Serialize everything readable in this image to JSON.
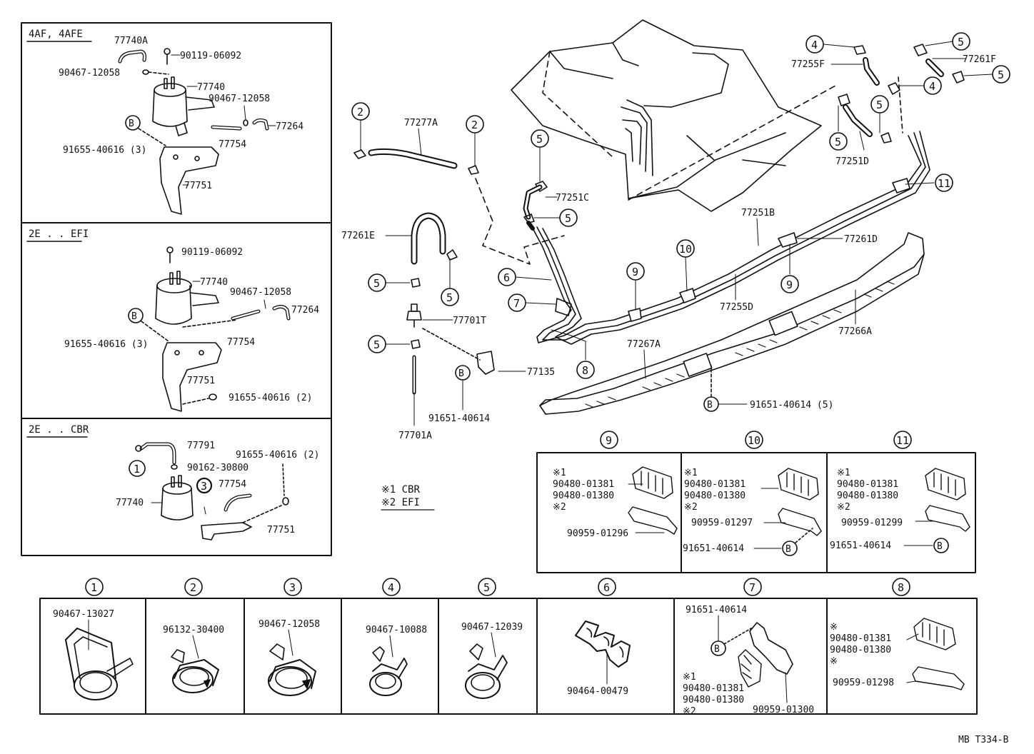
{
  "diagram_code": "MB T334-B",
  "sections": {
    "s1": "4AF, 4AFE",
    "s2": "2E . . EFI",
    "s3": "2E . . CBR"
  },
  "labels": {
    "p77740A": "77740A",
    "p90119a": "90119-06092",
    "p90467a": "90467-12058",
    "p77740a": "77740",
    "p90467b": "90467-12058",
    "p77264a": "77264",
    "p77754a": "77754",
    "p91655a": "91655-40616 (3)",
    "p77751a": "77751",
    "p90119b": "90119-06092",
    "p77740b": "77740",
    "p90467c": "90467-12058",
    "p77264b": "77264",
    "p77754b": "77754",
    "p91655b": "91655-40616 (3)",
    "p77751b": "77751",
    "p91655c": "91655-40616 (2)",
    "p77791": "77791",
    "p90162": "90162-30800",
    "p91655d": "91655-40616 (2)",
    "p77754c": "77754",
    "p77740c": "77740",
    "p77751c": "77751",
    "p77277A": "77277A",
    "p77261E": "77261E",
    "p77251C": "77251C",
    "p77701T": "77701T",
    "p77135": "77135",
    "p91651a": "91651-40614",
    "p77701A": "77701A",
    "p77255F": "77255F",
    "p77261F": "77261F",
    "p77251D": "77251D",
    "p77251B": "77251B",
    "p77261D": "77261D",
    "p77255D": "77255D",
    "p77267A": "77267A",
    "p77266A": "77266A",
    "p91651b": "91651-40614 (5)"
  },
  "callout_b": "B",
  "callouts": {
    "c2a": "2",
    "c2b": "2",
    "c5a": "5",
    "c5b": "5",
    "c5c": "5",
    "c5d": "5",
    "c5e": "5",
    "c6": "6",
    "c7": "7",
    "c8": "8",
    "c9": "9",
    "c10": "10",
    "c11": "11",
    "c4a": "4",
    "c4b": "4",
    "c5f": "5",
    "c5g": "5",
    "c5h": "5",
    "c5i": "5",
    "c1a": "1",
    "c3a": "3"
  },
  "legend": {
    "note1": "※1 CBR",
    "note2": "※2 EFI"
  },
  "clamp_boxes": {
    "b9": {
      "num": "9",
      "m1": "※1",
      "p1": "90480-01381",
      "p2": "90480-01380",
      "m2": "※2",
      "p3": "90959-01296"
    },
    "b10": {
      "num": "10",
      "m1": "※1",
      "p1": "90480-01381",
      "p2": "90480-01380",
      "m2": "※2",
      "p3": "90959-01297",
      "p4": "91651-40614"
    },
    "b11": {
      "num": "11",
      "m1": "※1",
      "p1": "90480-01381",
      "p2": "90480-01380",
      "m2": "※2",
      "p3": "90959-01299",
      "p4": "91651-40614"
    }
  },
  "bottom_boxes": [
    {
      "num": "1",
      "part": "90467-13027"
    },
    {
      "num": "2",
      "part": "96132-30400"
    },
    {
      "num": "3",
      "part": "90467-12058"
    },
    {
      "num": "4",
      "part": "90467-10088"
    },
    {
      "num": "5",
      "part": "90467-12039"
    },
    {
      "num": "6",
      "part": "90464-00479"
    },
    {
      "num": "7",
      "part_top": "91651-40614",
      "m1": "※1",
      "p1": "90480-01381",
      "p2": "90480-01380",
      "m2": "※2",
      "p3": "90959-01300"
    },
    {
      "num": "8",
      "m1": "※",
      "p1": "90480-01381",
      "p2": "90480-01380",
      "m2": "※",
      "p3": "90959-01298"
    }
  ],
  "colors": {
    "ink": "#111111",
    "paper": "#ffffff"
  }
}
